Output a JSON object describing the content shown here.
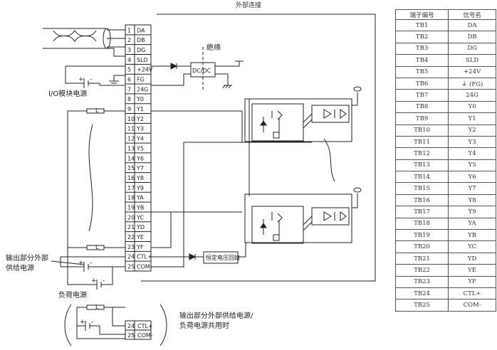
{
  "title": "外部连接",
  "table": {
    "headers": [
      "端子编号",
      "信号名"
    ],
    "rows": [
      [
        "TB1",
        "DA"
      ],
      [
        "TB2",
        "DB"
      ],
      [
        "TB3",
        "DG"
      ],
      [
        "TB4",
        "SLD"
      ],
      [
        "TB5",
        "+24V"
      ],
      [
        "TB6",
        "⏚ (FG)"
      ],
      [
        "TB7",
        "24G"
      ],
      [
        "TB8",
        "Y0"
      ],
      [
        "TB9",
        "Y1"
      ],
      [
        "TB10",
        "Y2"
      ],
      [
        "TB11",
        "Y3"
      ],
      [
        "TB12",
        "Y4"
      ],
      [
        "TB13",
        "Y5"
      ],
      [
        "TB14",
        "Y6"
      ],
      [
        "TB15",
        "Y7"
      ],
      [
        "TB16",
        "Y8"
      ],
      [
        "TB17",
        "Y9"
      ],
      [
        "TB18",
        "YA"
      ],
      [
        "TB19",
        "YB"
      ],
      [
        "TB20",
        "YC"
      ],
      [
        "TB21",
        "YD"
      ],
      [
        "TB22",
        "YE"
      ],
      [
        "TB23",
        "YF"
      ],
      [
        "TB24",
        "CTL+"
      ],
      [
        "TB25",
        "COM-"
      ]
    ]
  },
  "terminals": {
    "numbers": [
      "1",
      "2",
      "3",
      "4",
      "5",
      "6",
      "7",
      "8",
      "9",
      "10",
      "11",
      "12",
      "13",
      "14",
      "15",
      "16",
      "17",
      "18",
      "19",
      "20",
      "21",
      "22",
      "23",
      "24",
      "25"
    ],
    "signals": [
      "DA",
      "DB",
      "DG",
      "SLD",
      "+24V",
      "FG",
      "24G",
      "Y0",
      "Y1",
      "Y2",
      "Y3",
      "Y4",
      "Y5",
      "Y6",
      "Y7",
      "Y8",
      "Y9",
      "YA",
      "YB",
      "YC",
      "YD",
      "YE",
      "YF",
      "CTL+",
      "COM-"
    ]
  },
  "bottom_terminals": {
    "numbers": [
      "24",
      "25"
    ],
    "signals": [
      "CTL+",
      "COM-"
    ]
  },
  "labels": {
    "insulation": "绝缘",
    "dcdc": "DC/DC",
    "io_power": "I/O模块电源",
    "ext_supply": "输出部分外部\n供给电源",
    "ext_supply_line1": "输出部分外部",
    "ext_supply_line2": "供给电源",
    "load_power": "负荷电源",
    "const_voltage": "恒定电压回路",
    "shared_line1": "输出部分外部供给电源/",
    "shared_line2": "负荷电源共用时",
    "plus": "+",
    "minus": "-",
    "load_symbol": "L"
  }
}
